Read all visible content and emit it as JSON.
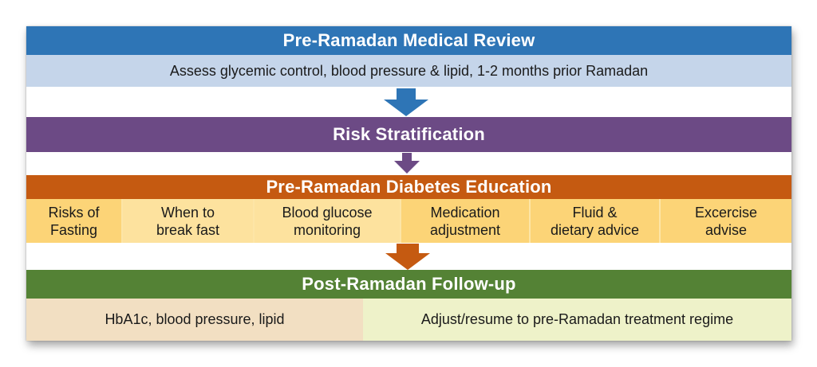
{
  "review": {
    "title": "Pre-Ramadan Medical Review",
    "subtitle": "Assess glycemic control, blood pressure & lipid, 1-2 months prior Ramadan",
    "color": "#2e75b6",
    "sub_color": "#c5d5ea"
  },
  "risk": {
    "title": "Risk Stratification",
    "color": "#6c4a85"
  },
  "education": {
    "title": "Pre-Ramadan Diabetes Education",
    "color": "#c55a11",
    "topics": [
      {
        "line1": "Risks of",
        "line2": "Fasting"
      },
      {
        "line1": "When to",
        "line2": "break fast"
      },
      {
        "line1": "Blood glucose",
        "line2": "monitoring"
      },
      {
        "line1": "Medication",
        "line2": "adjustment"
      },
      {
        "line1": "Fluid &",
        "line2": "dietary advice"
      },
      {
        "line1": "Excercise",
        "line2": "advise"
      }
    ]
  },
  "followup": {
    "title": "Post-Ramadan Follow-up",
    "color": "#548235",
    "left": "HbA1c, blood pressure, lipid",
    "right": "Adjust/resume to pre-Ramadan treatment regime"
  }
}
